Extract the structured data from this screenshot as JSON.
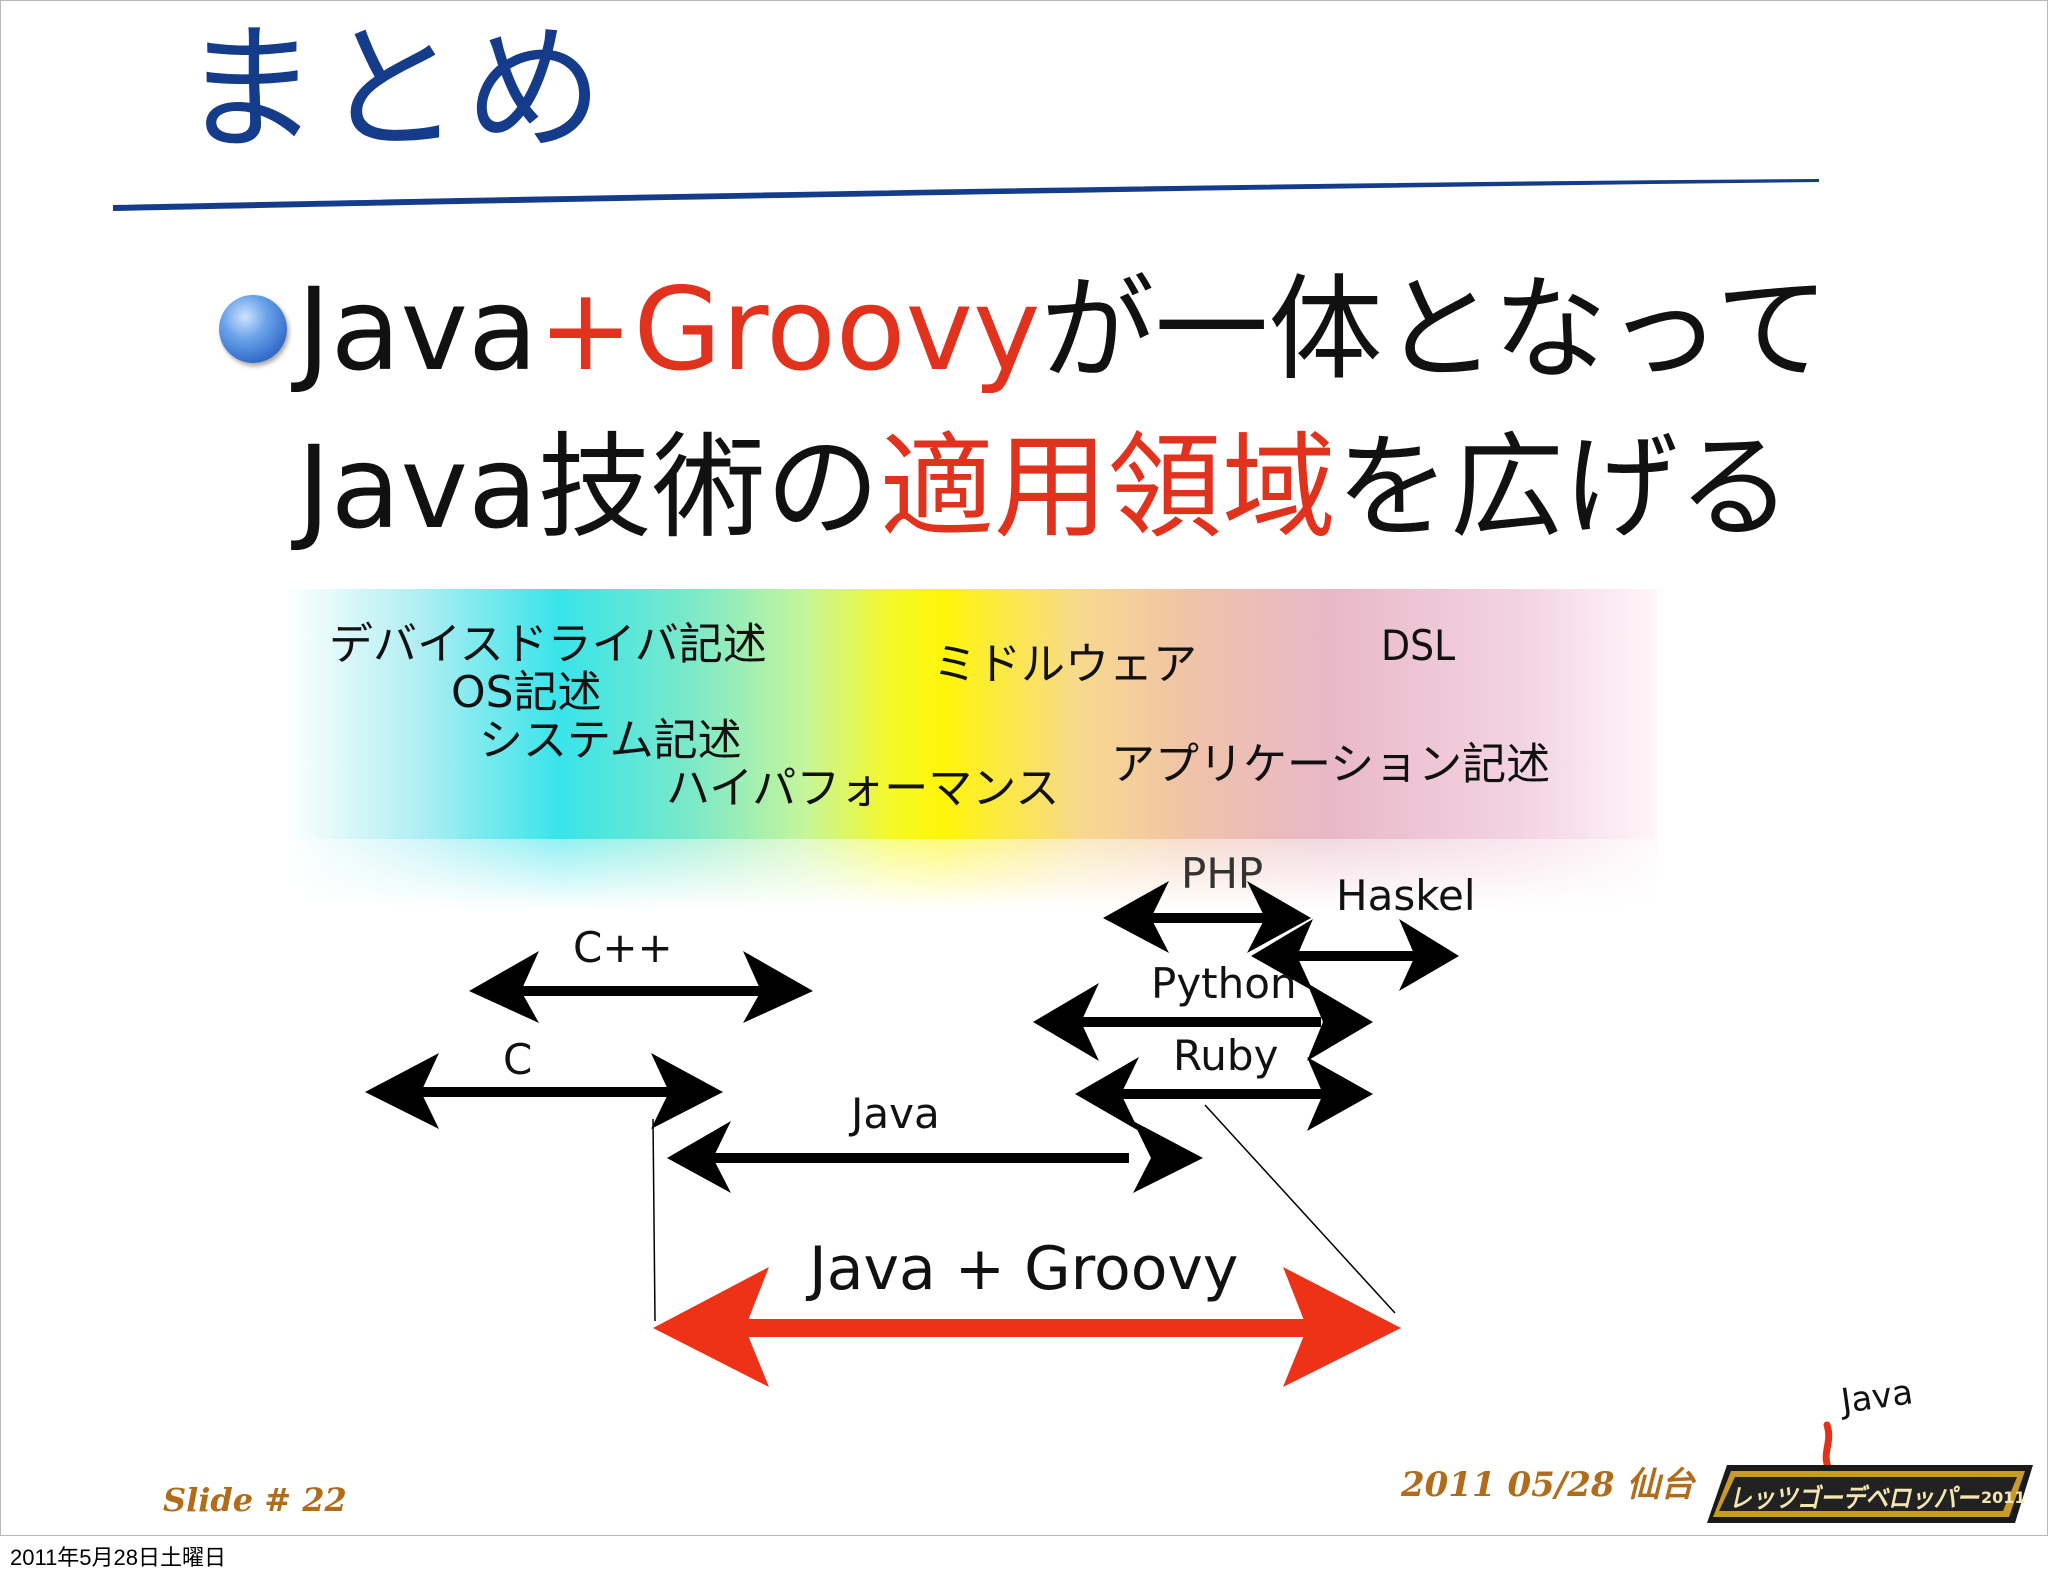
{
  "slide": {
    "title": "まとめ",
    "headline": {
      "line1_a": "Java",
      "line1_b": "+Groovy",
      "line1_c": "が一体となって",
      "line2_a": "Java技術の",
      "line2_b": "適用領域",
      "line2_c": "を広げる"
    },
    "spectrum_labels": {
      "device": "デバイスドライバ記述",
      "os": "OS記述",
      "system": "システム記述",
      "high_perf": "ハイパフォーマンス",
      "middleware": "ミドルウェア",
      "dsl": "DSL",
      "application": "アプリケーション記述"
    },
    "languages": {
      "php": "PHP",
      "haskel": "Haskel",
      "cpp": "C++",
      "python": "Python",
      "c": "C",
      "ruby": "Ruby",
      "java": "Java",
      "java_groovy": "Java + Groovy"
    },
    "footer": {
      "slide_number": "Slide # 22",
      "date_location": "2011 05/28 仙台",
      "logo_small": "Java",
      "logo_main": "レッツゴーデベロッパー",
      "logo_year": "2011"
    },
    "colors": {
      "title": "#143c8a",
      "accent_red": "#e0321c",
      "arrow": "#000000",
      "footer": "#b06c1a"
    }
  },
  "caption": {
    "date": "2011年5月28日土曜日"
  }
}
